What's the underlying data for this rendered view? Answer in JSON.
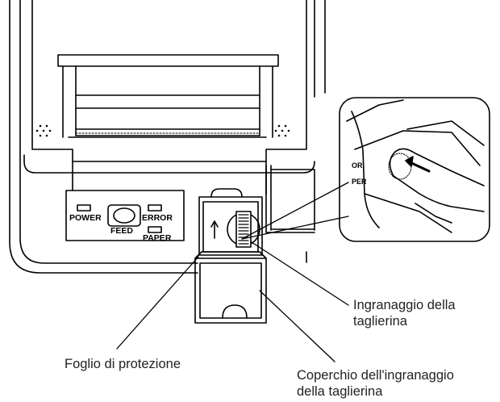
{
  "panel": {
    "power": "POWER",
    "feed": "FEED",
    "error": "ERROR",
    "paper": "PAPER"
  },
  "inset": {
    "error_partial": "OR",
    "paper_partial": "PER"
  },
  "callouts": {
    "gear": [
      "Ingranaggio della",
      "taglierina"
    ],
    "protection_sheet": "Foglio di protezione",
    "gear_cover": [
      "Coperchio dell'ingranaggio",
      "della taglierina"
    ]
  },
  "colors": {
    "stroke": "#000000",
    "background": "#ffffff",
    "text": "#222222"
  },
  "icons": {
    "arrow": "up-arrow-icon",
    "hand": "finger-hand-icon"
  }
}
